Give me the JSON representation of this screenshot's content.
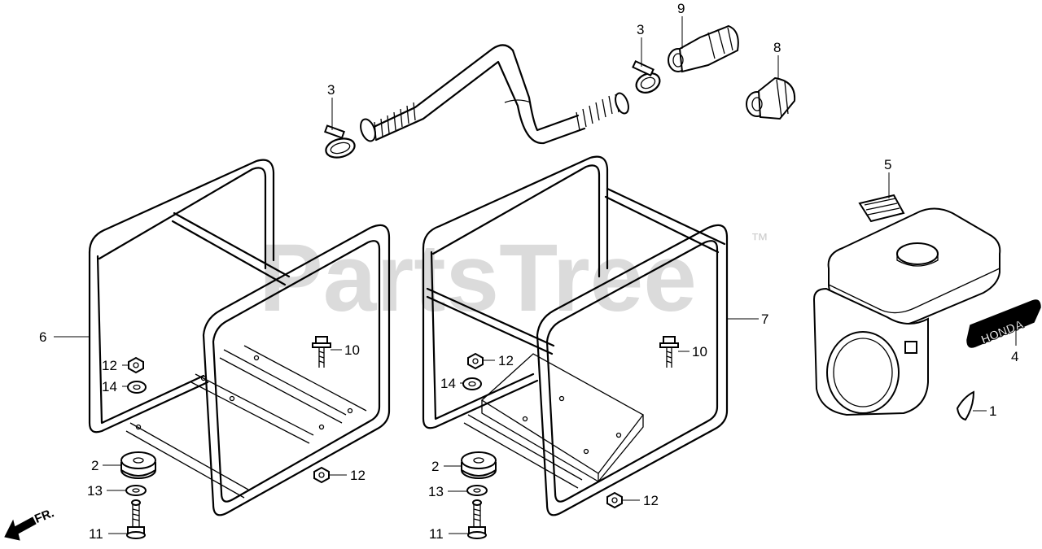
{
  "watermark": {
    "text": "PartsTree",
    "trademark": "™"
  },
  "direction_marker": {
    "label": "FR."
  },
  "decal_brand": "HONDA",
  "callouts": [
    {
      "id": "c1",
      "number": "1"
    },
    {
      "id": "c2a",
      "number": "2"
    },
    {
      "id": "c2b",
      "number": "2"
    },
    {
      "id": "c3a",
      "number": "3"
    },
    {
      "id": "c3b",
      "number": "3"
    },
    {
      "id": "c4",
      "number": "4"
    },
    {
      "id": "c5",
      "number": "5"
    },
    {
      "id": "c6",
      "number": "6"
    },
    {
      "id": "c7",
      "number": "7"
    },
    {
      "id": "c8",
      "number": "8"
    },
    {
      "id": "c9",
      "number": "9"
    },
    {
      "id": "c10a",
      "number": "10"
    },
    {
      "id": "c10b",
      "number": "10"
    },
    {
      "id": "c11a",
      "number": "11"
    },
    {
      "id": "c11b",
      "number": "11"
    },
    {
      "id": "c12a",
      "number": "12"
    },
    {
      "id": "c12b",
      "number": "12"
    },
    {
      "id": "c12c",
      "number": "12"
    },
    {
      "id": "c12d",
      "number": "12"
    },
    {
      "id": "c13a",
      "number": "13"
    },
    {
      "id": "c13b",
      "number": "13"
    },
    {
      "id": "c14a",
      "number": "14"
    },
    {
      "id": "c14b",
      "number": "14"
    }
  ]
}
